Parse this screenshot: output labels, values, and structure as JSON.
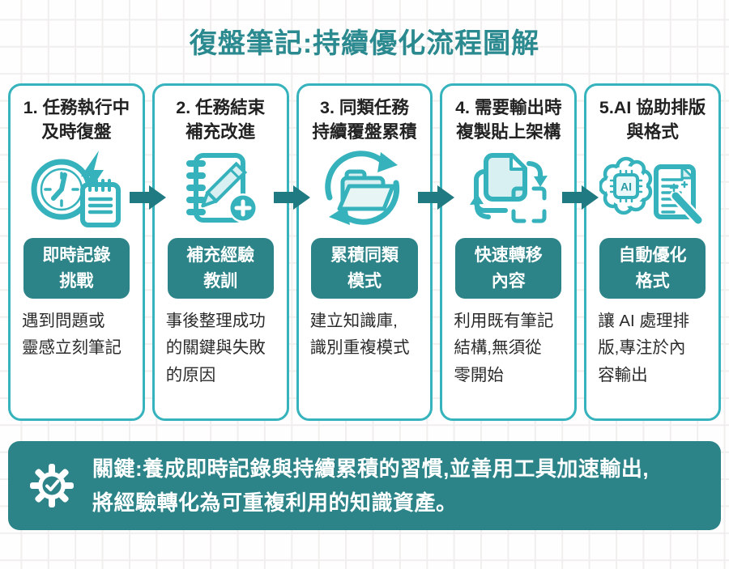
{
  "title": "復盤筆記:持續優化流程圖解",
  "colors": {
    "title_teal": "#2b8a8f",
    "card_border_cyan": "#36b3bc",
    "badge_teal": "#2c8488",
    "arrow_teal": "#1f7b81",
    "icon_cyan": "#35b2bb",
    "icon_fill_light": "#d9f0f2",
    "text_dark": "#2b2b2b",
    "banner_teal": "#2c8488"
  },
  "steps": [
    {
      "heading": "1. 任務執行中\n及時復盤",
      "icon": "clock-lightning-notepad-icon",
      "badge": "即時記錄\n挑戰",
      "description": "遇到問題或\n靈感立刻筆記"
    },
    {
      "heading": "2. 任務結束\n補充改進",
      "icon": "notebook-pencil-plus-icon",
      "badge": "補充經驗\n教訓",
      "description": "事後整理成功\n的關鍵與失敗\n的原因"
    },
    {
      "heading": "3. 同類任務\n持續覆盤累積",
      "icon": "folder-sync-icon",
      "badge": "累積同類\n模式",
      "description": "建立知識庫,\n識別重複模式"
    },
    {
      "heading": "4. 需要輸出時\n複製貼上架構",
      "icon": "copy-paste-icon",
      "badge": "快速轉移\n內容",
      "description": "利用既有筆記\n結構,無須從\n零開始"
    },
    {
      "heading": "5.AI 協助排版\n與格式",
      "icon": "ai-brain-document-icon",
      "badge": "自動優化\n格式",
      "description": "讓 AI 處理排\n版,專注於內\n容輸出"
    }
  ],
  "ai_chip_label": "AI",
  "footer": {
    "icon": "gear-check-icon",
    "text": "關鍵:養成即時記錄與持續累積的習慣,並善用工具加速輸出,\n將經驗轉化為可重複利用的知識資產。"
  }
}
